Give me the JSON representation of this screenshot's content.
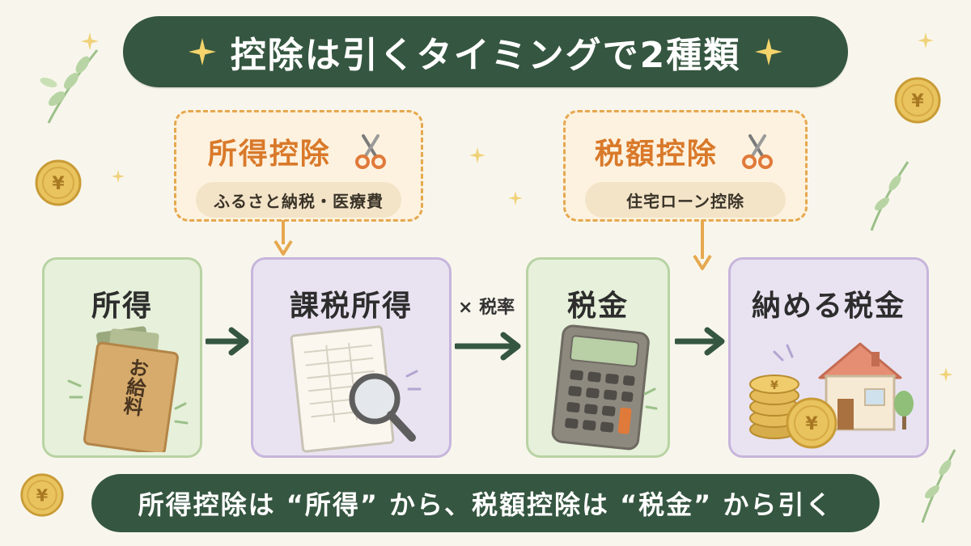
{
  "title": "控除は引くタイミングで2種類",
  "callouts": [
    {
      "title": "所得控除",
      "examples": "ふるさと納税・医療費"
    },
    {
      "title": "税額控除",
      "examples": "住宅ローン控除"
    }
  ],
  "boxes": [
    {
      "label": "所得",
      "icon": "salary-envelope-icon",
      "envelope_text": "お給料"
    },
    {
      "label": "課税所得",
      "icon": "document-magnifier-icon"
    },
    {
      "label": "税金",
      "icon": "calculator-icon"
    },
    {
      "label": "納める税金",
      "icon": "house-coins-icon"
    }
  ],
  "tax_rate_label": "× 税率",
  "bottom_caption": "所得控除は “所得” から、税額控除は “税金” から引く",
  "coin_symbol": "¥",
  "colors": {
    "title_bg": "#355640",
    "callout_accent": "#d9792a",
    "green_box": "#e6f0da",
    "purple_box": "#e9e3f1",
    "arrow": "#355640"
  }
}
